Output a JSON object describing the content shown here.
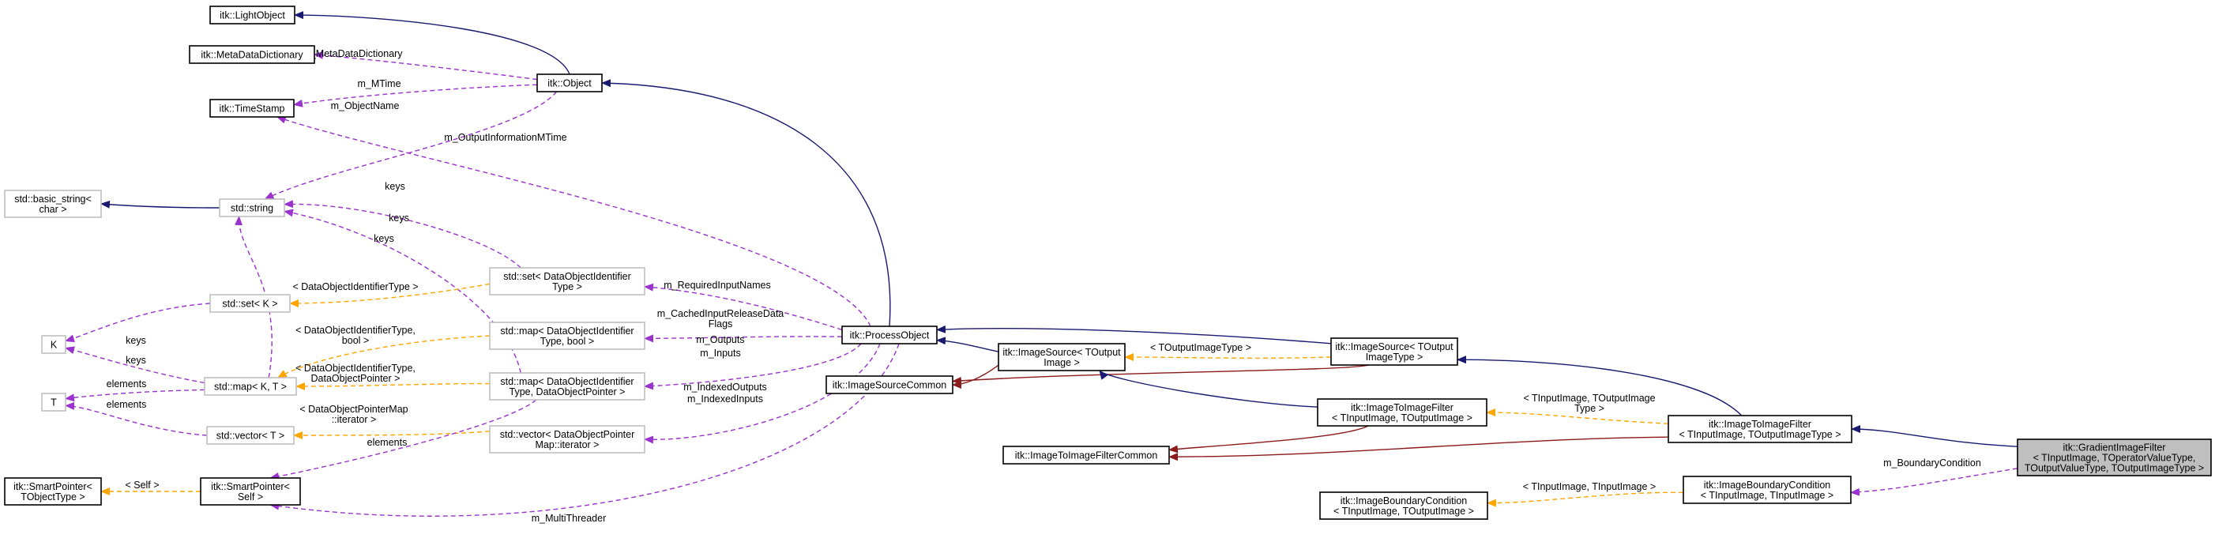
{
  "colors": {
    "inheritance": "#191970",
    "private_inheritance": "#8b1a1a",
    "usage": "#9a32cd",
    "template": "#ffa500",
    "node_border": "#000000",
    "node_border_grey": "#bfbfbf",
    "focus_fill": "#bfbfbf"
  },
  "nodes": [
    {
      "id": "lightobject",
      "style": "solid",
      "lines": [
        "itk::LightObject"
      ]
    },
    {
      "id": "metadict",
      "style": "solid",
      "lines": [
        "itk::MetaDataDictionary"
      ]
    },
    {
      "id": "timestamp",
      "style": "solid",
      "lines": [
        "itk::TimeStamp"
      ]
    },
    {
      "id": "object",
      "style": "solid",
      "lines": [
        "itk::Object"
      ]
    },
    {
      "id": "basicstring",
      "style": "grey",
      "lines": [
        "std::basic_string<",
        "char >"
      ]
    },
    {
      "id": "string",
      "style": "grey",
      "lines": [
        "std::string"
      ]
    },
    {
      "id": "setk",
      "style": "grey",
      "lines": [
        "std::set< K >"
      ]
    },
    {
      "id": "k",
      "style": "grey",
      "lines": [
        "K"
      ]
    },
    {
      "id": "mapkt",
      "style": "grey",
      "lines": [
        "std::map< K, T >"
      ]
    },
    {
      "id": "t",
      "style": "grey",
      "lines": [
        "T"
      ]
    },
    {
      "id": "vectort",
      "style": "grey",
      "lines": [
        "std::vector< T >"
      ]
    },
    {
      "id": "smartptr_t",
      "style": "solid",
      "lines": [
        "itk::SmartPointer<",
        "TObjectType >"
      ]
    },
    {
      "id": "smartptr_self",
      "style": "solid",
      "lines": [
        "itk::SmartPointer<",
        "Self >"
      ]
    },
    {
      "id": "setdoid",
      "style": "grey",
      "lines": [
        "std::set< DataObjectIdentifier",
        "Type >"
      ]
    },
    {
      "id": "mapdoid_bool",
      "style": "grey",
      "lines": [
        "std::map< DataObjectIdentifier",
        "Type, bool >"
      ]
    },
    {
      "id": "mapdoid_ptr",
      "style": "grey",
      "lines": [
        "std::map< DataObjectIdentifier",
        "Type, DataObjectPointer >"
      ]
    },
    {
      "id": "vectorptrmap",
      "style": "grey",
      "lines": [
        "std::vector< DataObjectPointer",
        "Map::iterator >"
      ]
    },
    {
      "id": "processobject",
      "style": "solid",
      "lines": [
        "itk::ProcessObject"
      ]
    },
    {
      "id": "imgsrccommon",
      "style": "solid",
      "lines": [
        "itk::ImageSourceCommon"
      ]
    },
    {
      "id": "imgsrc_out",
      "style": "solid",
      "lines": [
        "itk::ImageSource< TOutput",
        "Image >"
      ]
    },
    {
      "id": "imgsrc_outtype",
      "style": "solid",
      "lines": [
        "itk::ImageSource< TOutput",
        "ImageType >"
      ]
    },
    {
      "id": "i2ifiltercommon",
      "style": "solid",
      "lines": [
        "itk::ImageToImageFilterCommon"
      ]
    },
    {
      "id": "i2ifilter_a",
      "style": "solid",
      "lines": [
        "itk::ImageToImageFilter",
        "< TInputImage, TOutputImage >"
      ]
    },
    {
      "id": "i2ifilter_b",
      "style": "solid",
      "lines": [
        "itk::ImageToImageFilter",
        "< TInputImage, TOutputImageType >"
      ]
    },
    {
      "id": "bc_a",
      "style": "solid",
      "lines": [
        "itk::ImageBoundaryCondition",
        "< TInputImage, TOutputImage >"
      ]
    },
    {
      "id": "bc_b",
      "style": "solid",
      "lines": [
        "itk::ImageBoundaryCondition",
        "< TInputImage, TInputImage >"
      ]
    },
    {
      "id": "gradient",
      "style": "focus",
      "lines": [
        "itk::GradientImageFilter",
        "< TInputImage, TOperatorValueType,",
        " TOutputValueType, TOutputImageType >"
      ]
    }
  ],
  "edge_labels": [
    {
      "id": "l_metadict",
      "text": "m_MetaDataDictionary"
    },
    {
      "id": "l_mtime",
      "text": "m_MTime"
    },
    {
      "id": "l_objname",
      "text": "m_ObjectName"
    },
    {
      "id": "l_outinfo",
      "text": "m_OutputInformationMTime"
    },
    {
      "id": "l_keys1",
      "text": "keys"
    },
    {
      "id": "l_keys2",
      "text": "keys"
    },
    {
      "id": "l_keys3",
      "text": "keys"
    },
    {
      "id": "l_keys4",
      "text": "keys"
    },
    {
      "id": "l_keys5",
      "text": "keys"
    },
    {
      "id": "l_doidtype",
      "text": "< DataObjectIdentifierType >"
    },
    {
      "id": "l_doidbool1",
      "text": "< DataObjectIdentifierType,"
    },
    {
      "id": "l_doidbool2",
      "text": "bool >"
    },
    {
      "id": "l_doidptr1",
      "text": "< DataObjectIdentifierType,"
    },
    {
      "id": "l_doidptr2",
      "text": "DataObjectPointer >"
    },
    {
      "id": "l_elements1",
      "text": "elements"
    },
    {
      "id": "l_elements2",
      "text": "elements"
    },
    {
      "id": "l_elements3",
      "text": "elements"
    },
    {
      "id": "l_ptrmapit1",
      "text": "< DataObjectPointerMap"
    },
    {
      "id": "l_ptrmapit2",
      "text": "::iterator >"
    },
    {
      "id": "l_self",
      "text": "< Self >"
    },
    {
      "id": "l_reqinput",
      "text": "m_RequiredInputNames"
    },
    {
      "id": "l_cached1",
      "text": "m_CachedInputReleaseData"
    },
    {
      "id": "l_cached2",
      "text": "Flags"
    },
    {
      "id": "l_outputs",
      "text": "m_Outputs"
    },
    {
      "id": "l_inputs",
      "text": "m_Inputs"
    },
    {
      "id": "l_idxout",
      "text": "m_IndexedOutputs"
    },
    {
      "id": "l_idxin",
      "text": "m_IndexedInputs"
    },
    {
      "id": "l_multithreader",
      "text": "m_MultiThreader"
    },
    {
      "id": "l_toutimgtype",
      "text": "< TOutputImageType >"
    },
    {
      "id": "l_tin_tout1",
      "text": "< TInputImage, TOutputImage"
    },
    {
      "id": "l_tin_tout2",
      "text": "Type >"
    },
    {
      "id": "l_tin_tin",
      "text": "< TInputImage, TInputImage >"
    },
    {
      "id": "l_boundary",
      "text": "m_BoundaryCondition"
    }
  ]
}
